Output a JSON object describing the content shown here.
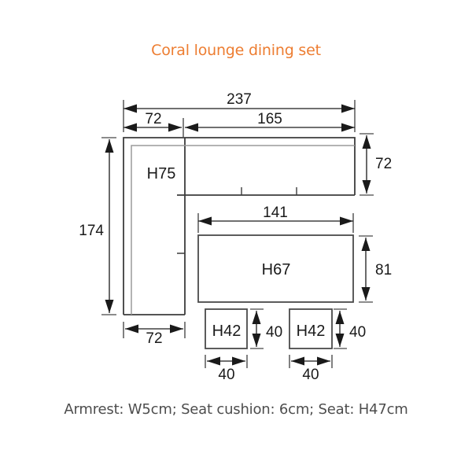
{
  "title": "Coral lounge dining set",
  "caption": "Armrest: W5cm; Seat cushion: 6cm; Seat: H47cm",
  "colors": {
    "title_accent": "#ED7D31",
    "caption_text": "#4D4D4D",
    "dimension_lines": "#1A1A1A",
    "furniture_outline": "#3C3C3C",
    "backrest_inner_line": "#9A9A9A",
    "background": "#FFFFFF"
  },
  "diagram": {
    "sofa": {
      "height_label": "H75",
      "total_width": "237",
      "arm_width": "72",
      "seat_width": "165",
      "total_depth": "174",
      "right_depth": "72",
      "arm_bottom_width": "72"
    },
    "table": {
      "height_label": "H67",
      "width": "141",
      "depth": "81"
    },
    "stools": [
      {
        "height_label": "H42",
        "width": "40",
        "depth": "40"
      },
      {
        "height_label": "H42",
        "width": "40",
        "depth": "40"
      }
    ]
  }
}
